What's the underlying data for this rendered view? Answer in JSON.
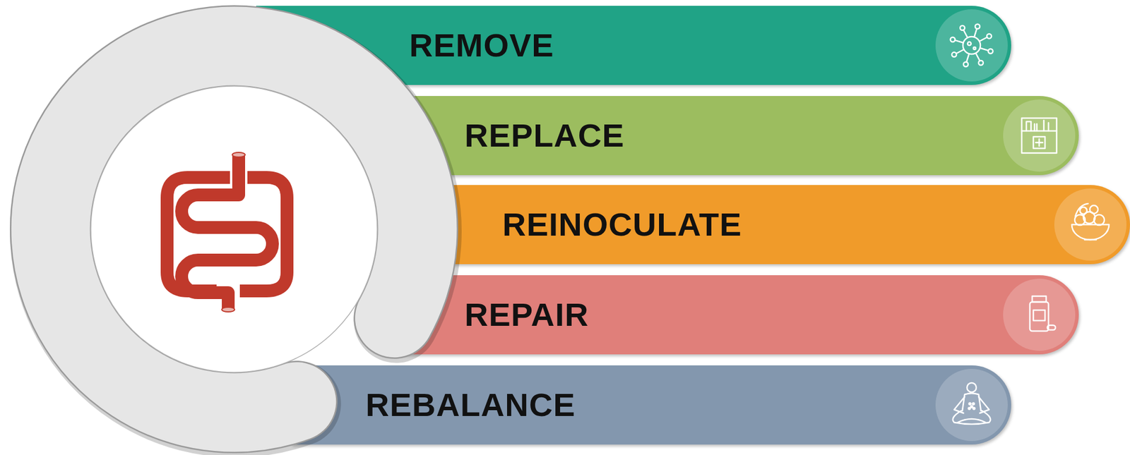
{
  "diagram": {
    "nodes": [
      {
        "text": [
          "REMOVE"
        ]
      },
      {
        "text": [
          "REPLACE"
        ]
      },
      {
        "text": [
          "REINOCULATE"
        ]
      },
      {
        "text": [
          "REPAIR"
        ]
      },
      {
        "text": [
          "REBALANCE"
        ]
      }
    ]
  }
}
